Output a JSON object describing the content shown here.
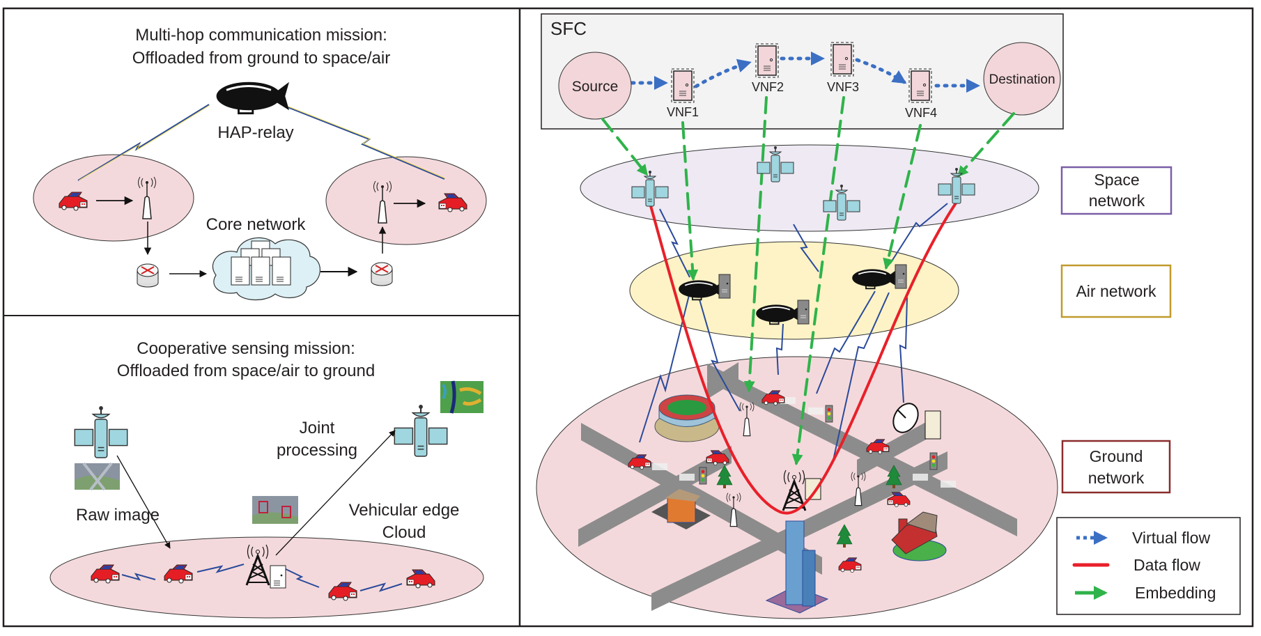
{
  "top_left_panel": {
    "title_line1": "Multi-hop communication mission:",
    "title_line2": "Offloaded from ground to space/air",
    "hap_label": "HAP-relay",
    "core_label": "Core network"
  },
  "bottom_left_panel": {
    "title_line1": "Cooperative sensing mission:",
    "title_line2": "Offloaded from space/air to ground",
    "joint_line1": "Joint",
    "joint_line2": "processing",
    "raw_label": "Raw image",
    "vec_line1": "Vehicular edge",
    "vec_line2": "Cloud"
  },
  "sfc": {
    "title": "SFC",
    "source": "Source",
    "destination": "Destination",
    "vnfs": [
      "VNF1",
      "VNF2",
      "VNF3",
      "VNF4"
    ]
  },
  "layers": {
    "space": {
      "line1": "Space",
      "line2": "network",
      "color": "#7b5ea7"
    },
    "air": {
      "line1": "Air network",
      "color": "#c19a2b"
    },
    "ground": {
      "line1": "Ground",
      "line2": "network",
      "color": "#8b2c2c"
    }
  },
  "legend": {
    "items": [
      {
        "label": "Virtual flow",
        "color": "#3b6fc4",
        "style": "dotted-arrow"
      },
      {
        "label": "Data flow",
        "color": "#e8202a",
        "style": "solid"
      },
      {
        "label": "Embedding",
        "color": "#2fb34a",
        "style": "solid-arrow"
      }
    ]
  },
  "colors": {
    "pink_zone": "#f4d9dc",
    "space_zone": "#eee9f3",
    "air_zone": "#fdf3c6",
    "sfc_bg": "#f3f3f3",
    "satellite": "#9fd6df",
    "road": "#8c8c8c"
  }
}
